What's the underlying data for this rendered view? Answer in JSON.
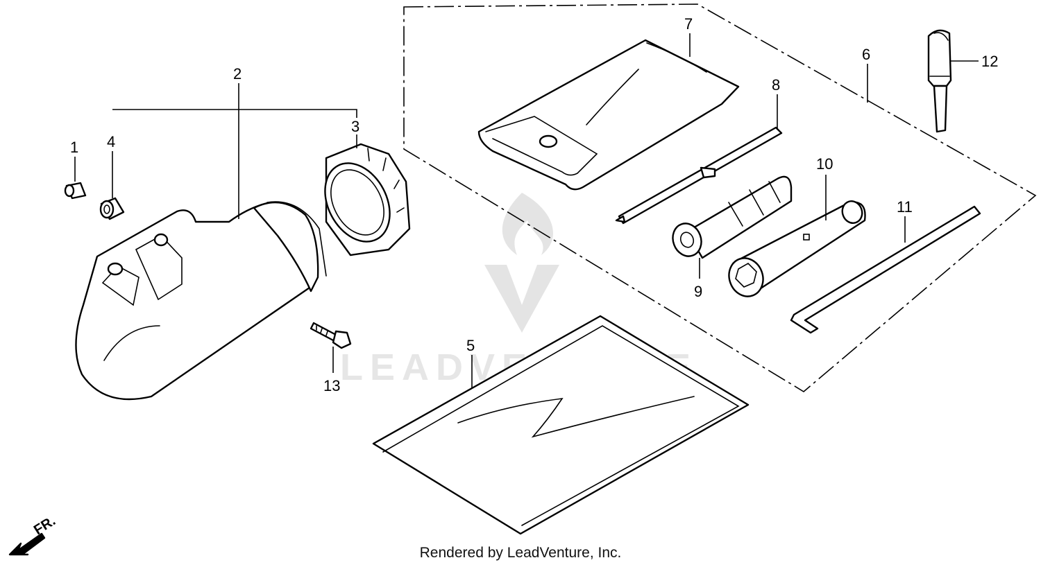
{
  "callouts": {
    "c1": "1",
    "c2": "2",
    "c3": "3",
    "c4": "4",
    "c5": "5",
    "c6": "6",
    "c7": "7",
    "c8": "8",
    "c9": "9",
    "c10": "10",
    "c11": "11",
    "c12": "12",
    "c13": "13"
  },
  "watermark": {
    "text": "LEADVENTURE"
  },
  "direction": {
    "label": "FR."
  },
  "footer": {
    "credit": "Rendered by LeadVenture, Inc."
  }
}
